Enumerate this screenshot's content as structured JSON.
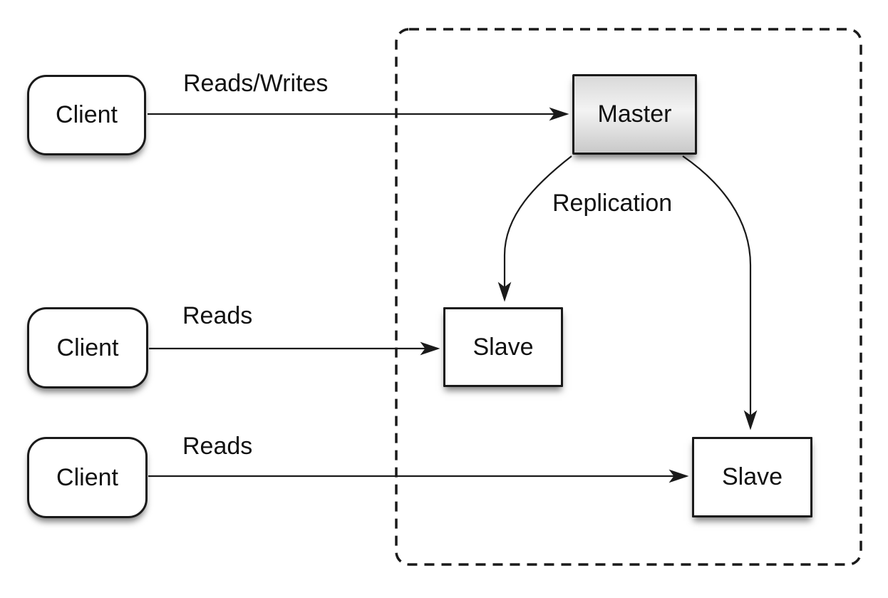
{
  "diagram": {
    "clients": [
      {
        "label": "Client"
      },
      {
        "label": "Client"
      },
      {
        "label": "Client"
      }
    ],
    "master": {
      "label": "Master"
    },
    "slaves": [
      {
        "label": "Slave"
      },
      {
        "label": "Slave"
      }
    ],
    "edge_labels": {
      "reads_writes": "Reads/Writes",
      "reads_middle": "Reads",
      "reads_bottom": "Reads",
      "replication": "Replication"
    },
    "colors": {
      "background": "#ffffff",
      "line": "#1a1a1a",
      "box_border": "#1a1a1a",
      "box_fill": "#ffffff",
      "master_gradient_top": "#d9d9d9",
      "master_gradient_mid": "#f3f3f3",
      "master_gradient_bottom": "#c9c9c9",
      "text": "#111111"
    }
  }
}
